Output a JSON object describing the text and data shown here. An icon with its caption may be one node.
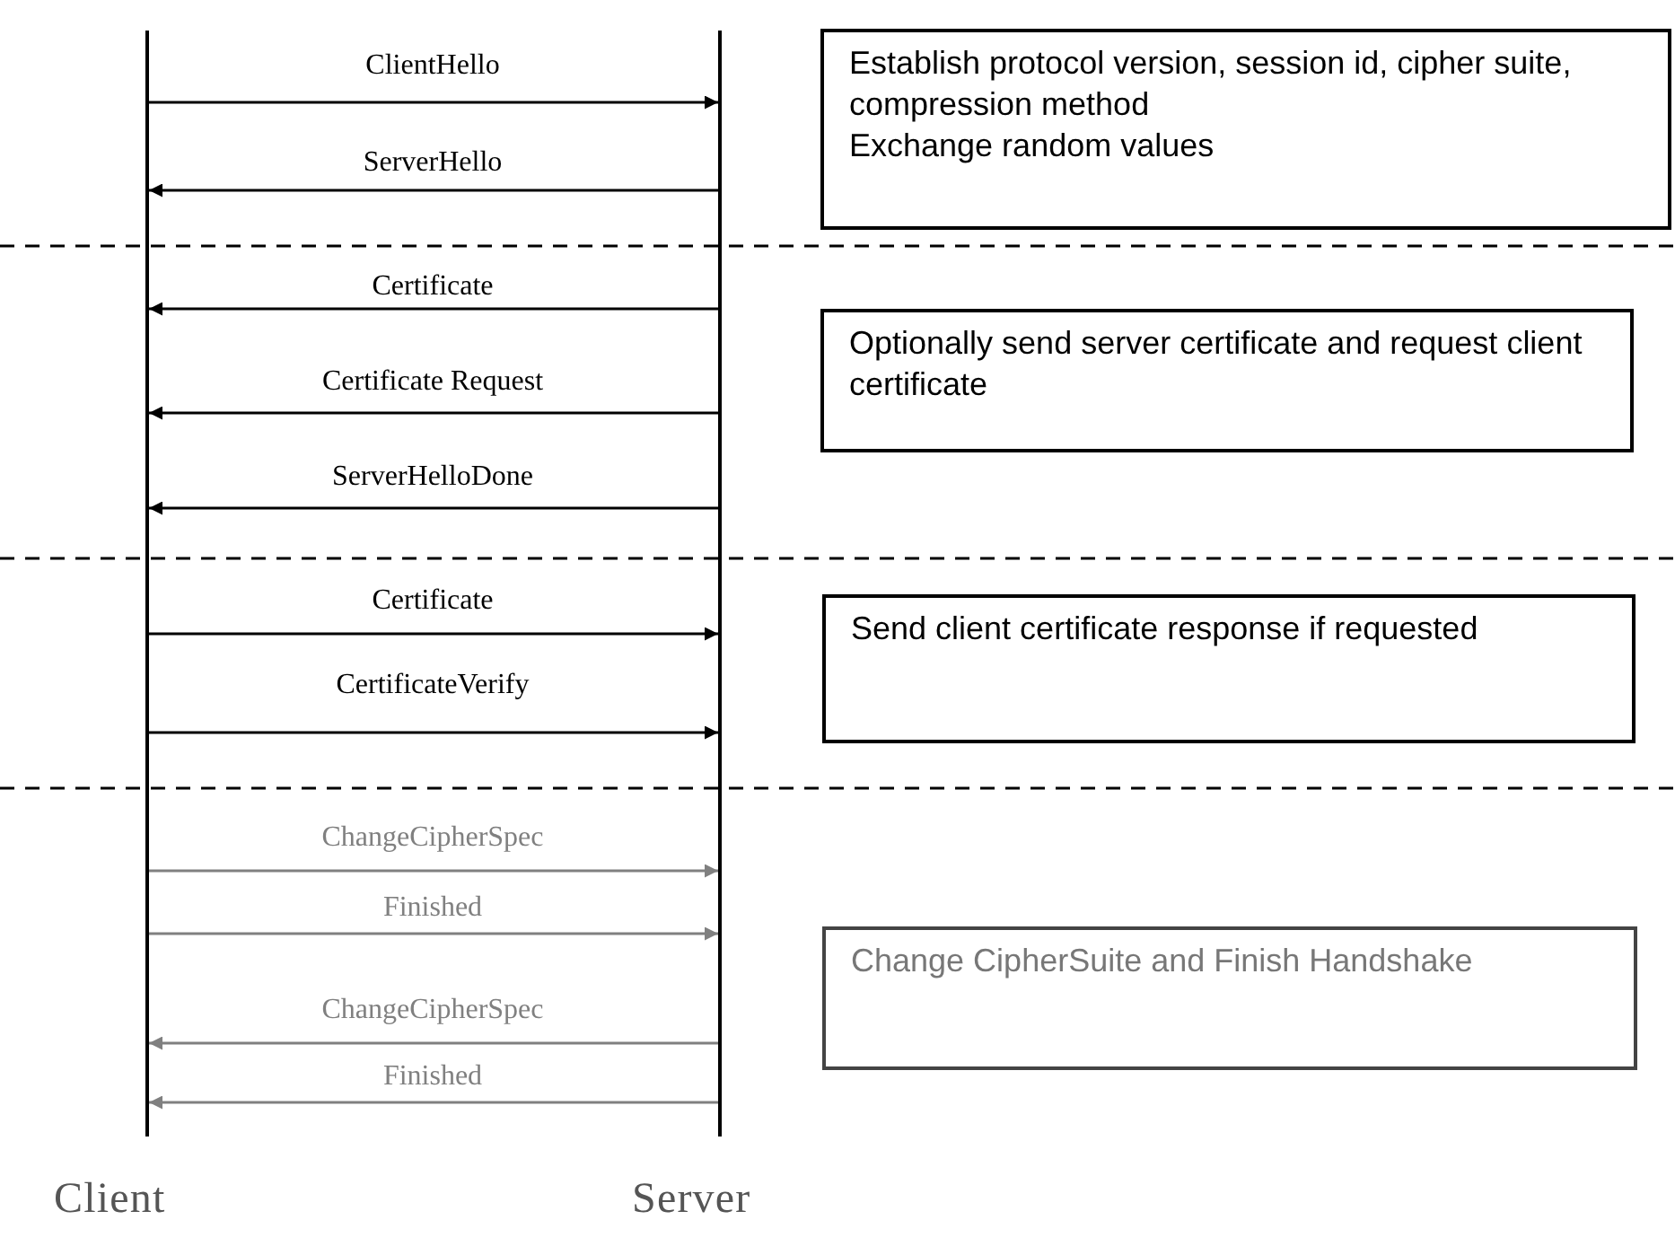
{
  "diagram": {
    "nodes": [
      {
        "text": [],
        "shape": "bar",
        "beside": [
          "Client"
        ]
      },
      {
        "text": [],
        "shape": "bar",
        "beside": [
          "Server"
        ]
      },
      {
        "text": [
          "Establish protocol version, session id, cipher suite, compression method",
          "Exchange random values"
        ]
      },
      {
        "text": [
          "Optionally send server certificate and request client certificate"
        ]
      },
      {
        "text": [
          "Send client certificate response if requested"
        ]
      },
      {
        "text": [
          "Change CipherSuite and Finish Handshake"
        ]
      }
    ],
    "edges": [
      {
        "from": 0,
        "to": 1,
        "arrow": "to",
        "label": "ClientHello"
      },
      {
        "from": 1,
        "to": 0,
        "arrow": "to",
        "label": "ServerHello"
      },
      {
        "from": 1,
        "to": 0,
        "arrow": "to",
        "label": "Certificate"
      },
      {
        "from": 1,
        "to": 0,
        "arrow": "to",
        "label": "Certificate Request"
      },
      {
        "from": 1,
        "to": 0,
        "arrow": "to",
        "label": "ServerHelloDone"
      },
      {
        "from": 0,
        "to": 1,
        "arrow": "to",
        "label": "Certificate"
      },
      {
        "from": 0,
        "to": 1,
        "arrow": "to",
        "label": "CertificateVerify"
      },
      {
        "from": 0,
        "to": 1,
        "arrow": "to",
        "label": "ChangeCipherSpec",
        "color": "#808080"
      },
      {
        "from": 0,
        "to": 1,
        "arrow": "to",
        "label": "Finished",
        "color": "#808080"
      },
      {
        "from": 1,
        "to": 0,
        "arrow": "to",
        "label": "ChangeCipherSpec",
        "color": "#808080"
      },
      {
        "from": 1,
        "to": 0,
        "arrow": "to",
        "label": "Finished",
        "color": "#808080"
      }
    ]
  }
}
